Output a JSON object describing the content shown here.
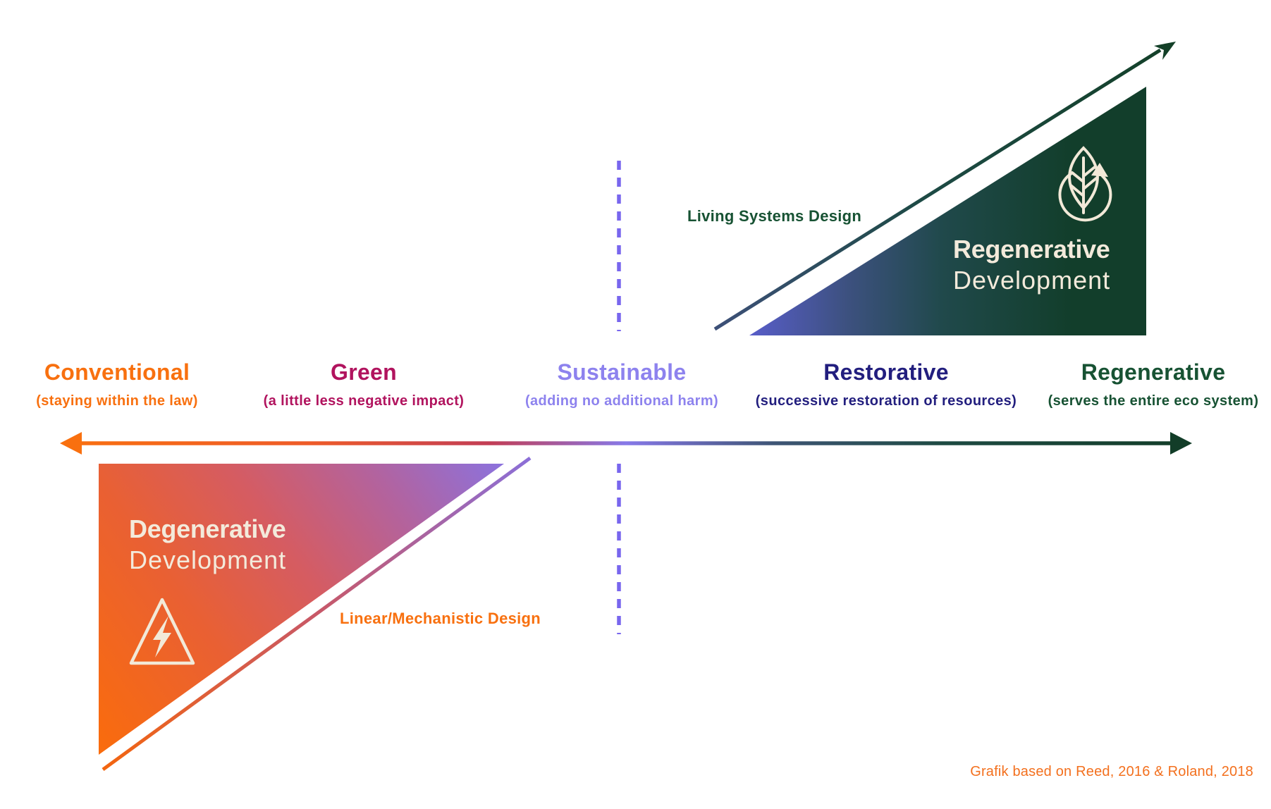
{
  "diagram": {
    "credit": "Grafik based on Reed, 2016 & Roland, 2018",
    "credit_color": "#F3701E"
  },
  "upper_triangle": {
    "title_line1": "Regenerative",
    "title_line2": "Development",
    "annotation": "Living Systems Design",
    "annotation_color": "#175233",
    "icon": "leaf-cycle-icon",
    "gradient": [
      "#585DC9",
      "#123E2B"
    ],
    "text_color": "#F3EADB"
  },
  "lower_triangle": {
    "title_line1": "Degenerative",
    "title_line2": "Development",
    "annotation": "Linear/Mechanistic Design",
    "annotation_color": "#F8700F",
    "icon": "hazard-icon",
    "gradient": [
      "#FA6C0C",
      "#8B72DE"
    ],
    "text_color": "#F3EADB"
  },
  "axis": {
    "labels": [
      {
        "label": "Conventional",
        "sublabel": "(staying within the law)",
        "color": "#F8700F"
      },
      {
        "label": "Green",
        "sublabel": "(a little less negative impact)",
        "color": "#B1135E"
      },
      {
        "label": "Sustainable",
        "sublabel": "(adding no additional harm)",
        "color": "#8D82EE"
      },
      {
        "label": "Restorative",
        "sublabel": "(successive restoration of resources)",
        "color": "#221E7E"
      },
      {
        "label": "Regenerative",
        "sublabel": "(serves the entire eco system)",
        "color": "#175233"
      }
    ],
    "arrow_gradient": [
      "#F9700F",
      "#8678E8",
      "#123D28"
    ],
    "divider_color": "#7866EE"
  }
}
